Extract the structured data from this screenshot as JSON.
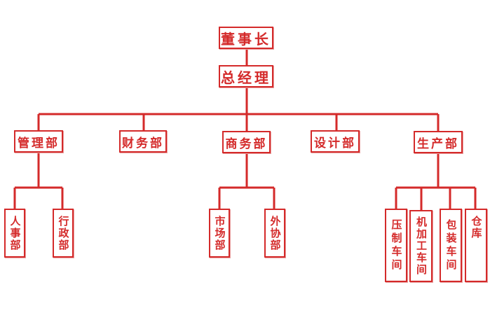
{
  "colors": {
    "line": "#d42a2a",
    "text": "#d42a2a",
    "background": "#ffffff"
  },
  "org": {
    "chairman": "董事长",
    "gm": "总经理",
    "departments": [
      {
        "name": "管理部",
        "children": [
          "人事部",
          "行政部"
        ]
      },
      {
        "name": "财务部",
        "children": []
      },
      {
        "name": "商务部",
        "children": [
          "市场部",
          "外协部"
        ]
      },
      {
        "name": "设计部",
        "children": []
      },
      {
        "name": "生产部",
        "children": [
          "压制车间",
          "机加工车间",
          "包装车间",
          "仓库"
        ]
      }
    ]
  }
}
